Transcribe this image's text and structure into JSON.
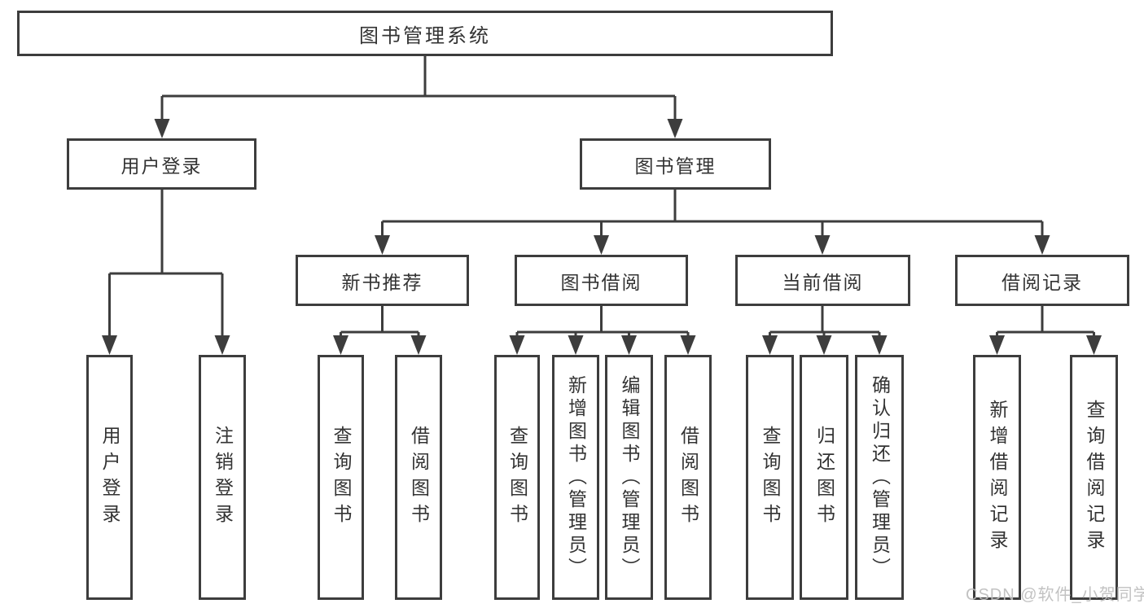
{
  "diagram": {
    "root": {
      "label": "图书管理系统"
    },
    "level2": {
      "user_login": {
        "label": "用户登录"
      },
      "book_management": {
        "label": "图书管理"
      }
    },
    "level3": {
      "new_book_recommend": {
        "label": "新书推荐"
      },
      "book_borrow": {
        "label": "图书借阅"
      },
      "current_borrow": {
        "label": "当前借阅"
      },
      "borrow_records": {
        "label": "借阅记录"
      }
    },
    "level4": {
      "user_login": [
        "用户登录",
        "注销登录"
      ],
      "new_book_recommend": [
        "查询图书",
        "借阅图书"
      ],
      "book_borrow": [
        "查询图书",
        "新增图书（管理员）",
        "编辑图书（管理员）",
        "借阅图书"
      ],
      "current_borrow": [
        "查询图书",
        "归还图书",
        "确认归还（管理员）"
      ],
      "borrow_records": [
        "新增借阅记录",
        "查询借阅记录"
      ]
    }
  },
  "watermark": {
    "text": "CSDN @软件_小贺同学"
  },
  "colors": {
    "line": "#3d3d3d",
    "box_border": "#3d3d3d",
    "text": "#333333",
    "watermark": "#bdbdbd",
    "background": "#ffffff"
  }
}
